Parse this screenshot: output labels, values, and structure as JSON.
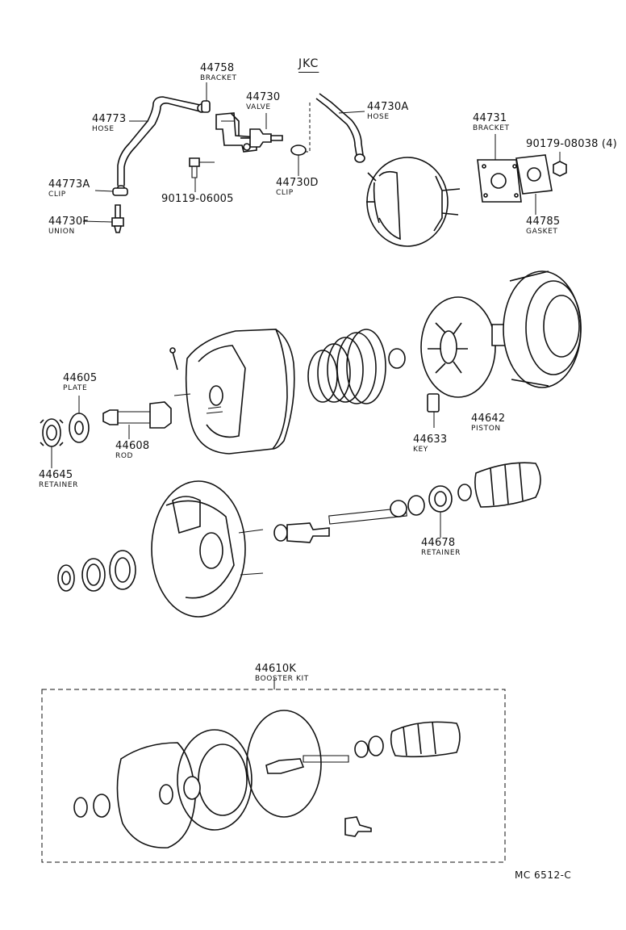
{
  "header": {
    "code": "JKC"
  },
  "labels": {
    "p44773": {
      "number": "44773",
      "name": "HOSE"
    },
    "p44758": {
      "number": "44758",
      "name": "BRACKET"
    },
    "p44730": {
      "number": "44730",
      "name": "VALVE"
    },
    "p44730A": {
      "number": "44730A",
      "name": "HOSE"
    },
    "p44731": {
      "number": "44731",
      "name": "BRACKET"
    },
    "p90179": {
      "number": "90179-08038 (4)"
    },
    "p44773A": {
      "number": "44773A",
      "name": "CLIP"
    },
    "p90119": {
      "number": "90119-06005"
    },
    "p44730D": {
      "number": "44730D",
      "name": "CLIP"
    },
    "p44785": {
      "number": "44785",
      "name": "GASKET"
    },
    "p44730F": {
      "number": "44730F",
      "name": "UNION"
    },
    "p44605": {
      "number": "44605",
      "name": "PLATE"
    },
    "p44608": {
      "number": "44608",
      "name": "ROD"
    },
    "p44645": {
      "number": "44645",
      "name": "RETAINER"
    },
    "p44633": {
      "number": "44633",
      "name": "KEY"
    },
    "p44642": {
      "number": "44642",
      "name": "PISTON"
    },
    "p44678": {
      "number": "44678",
      "name": "RETAINER"
    },
    "p44610K": {
      "number": "44610K",
      "name": "BOOSTER KIT"
    }
  },
  "footer": {
    "reference": "MC 6512-C"
  }
}
